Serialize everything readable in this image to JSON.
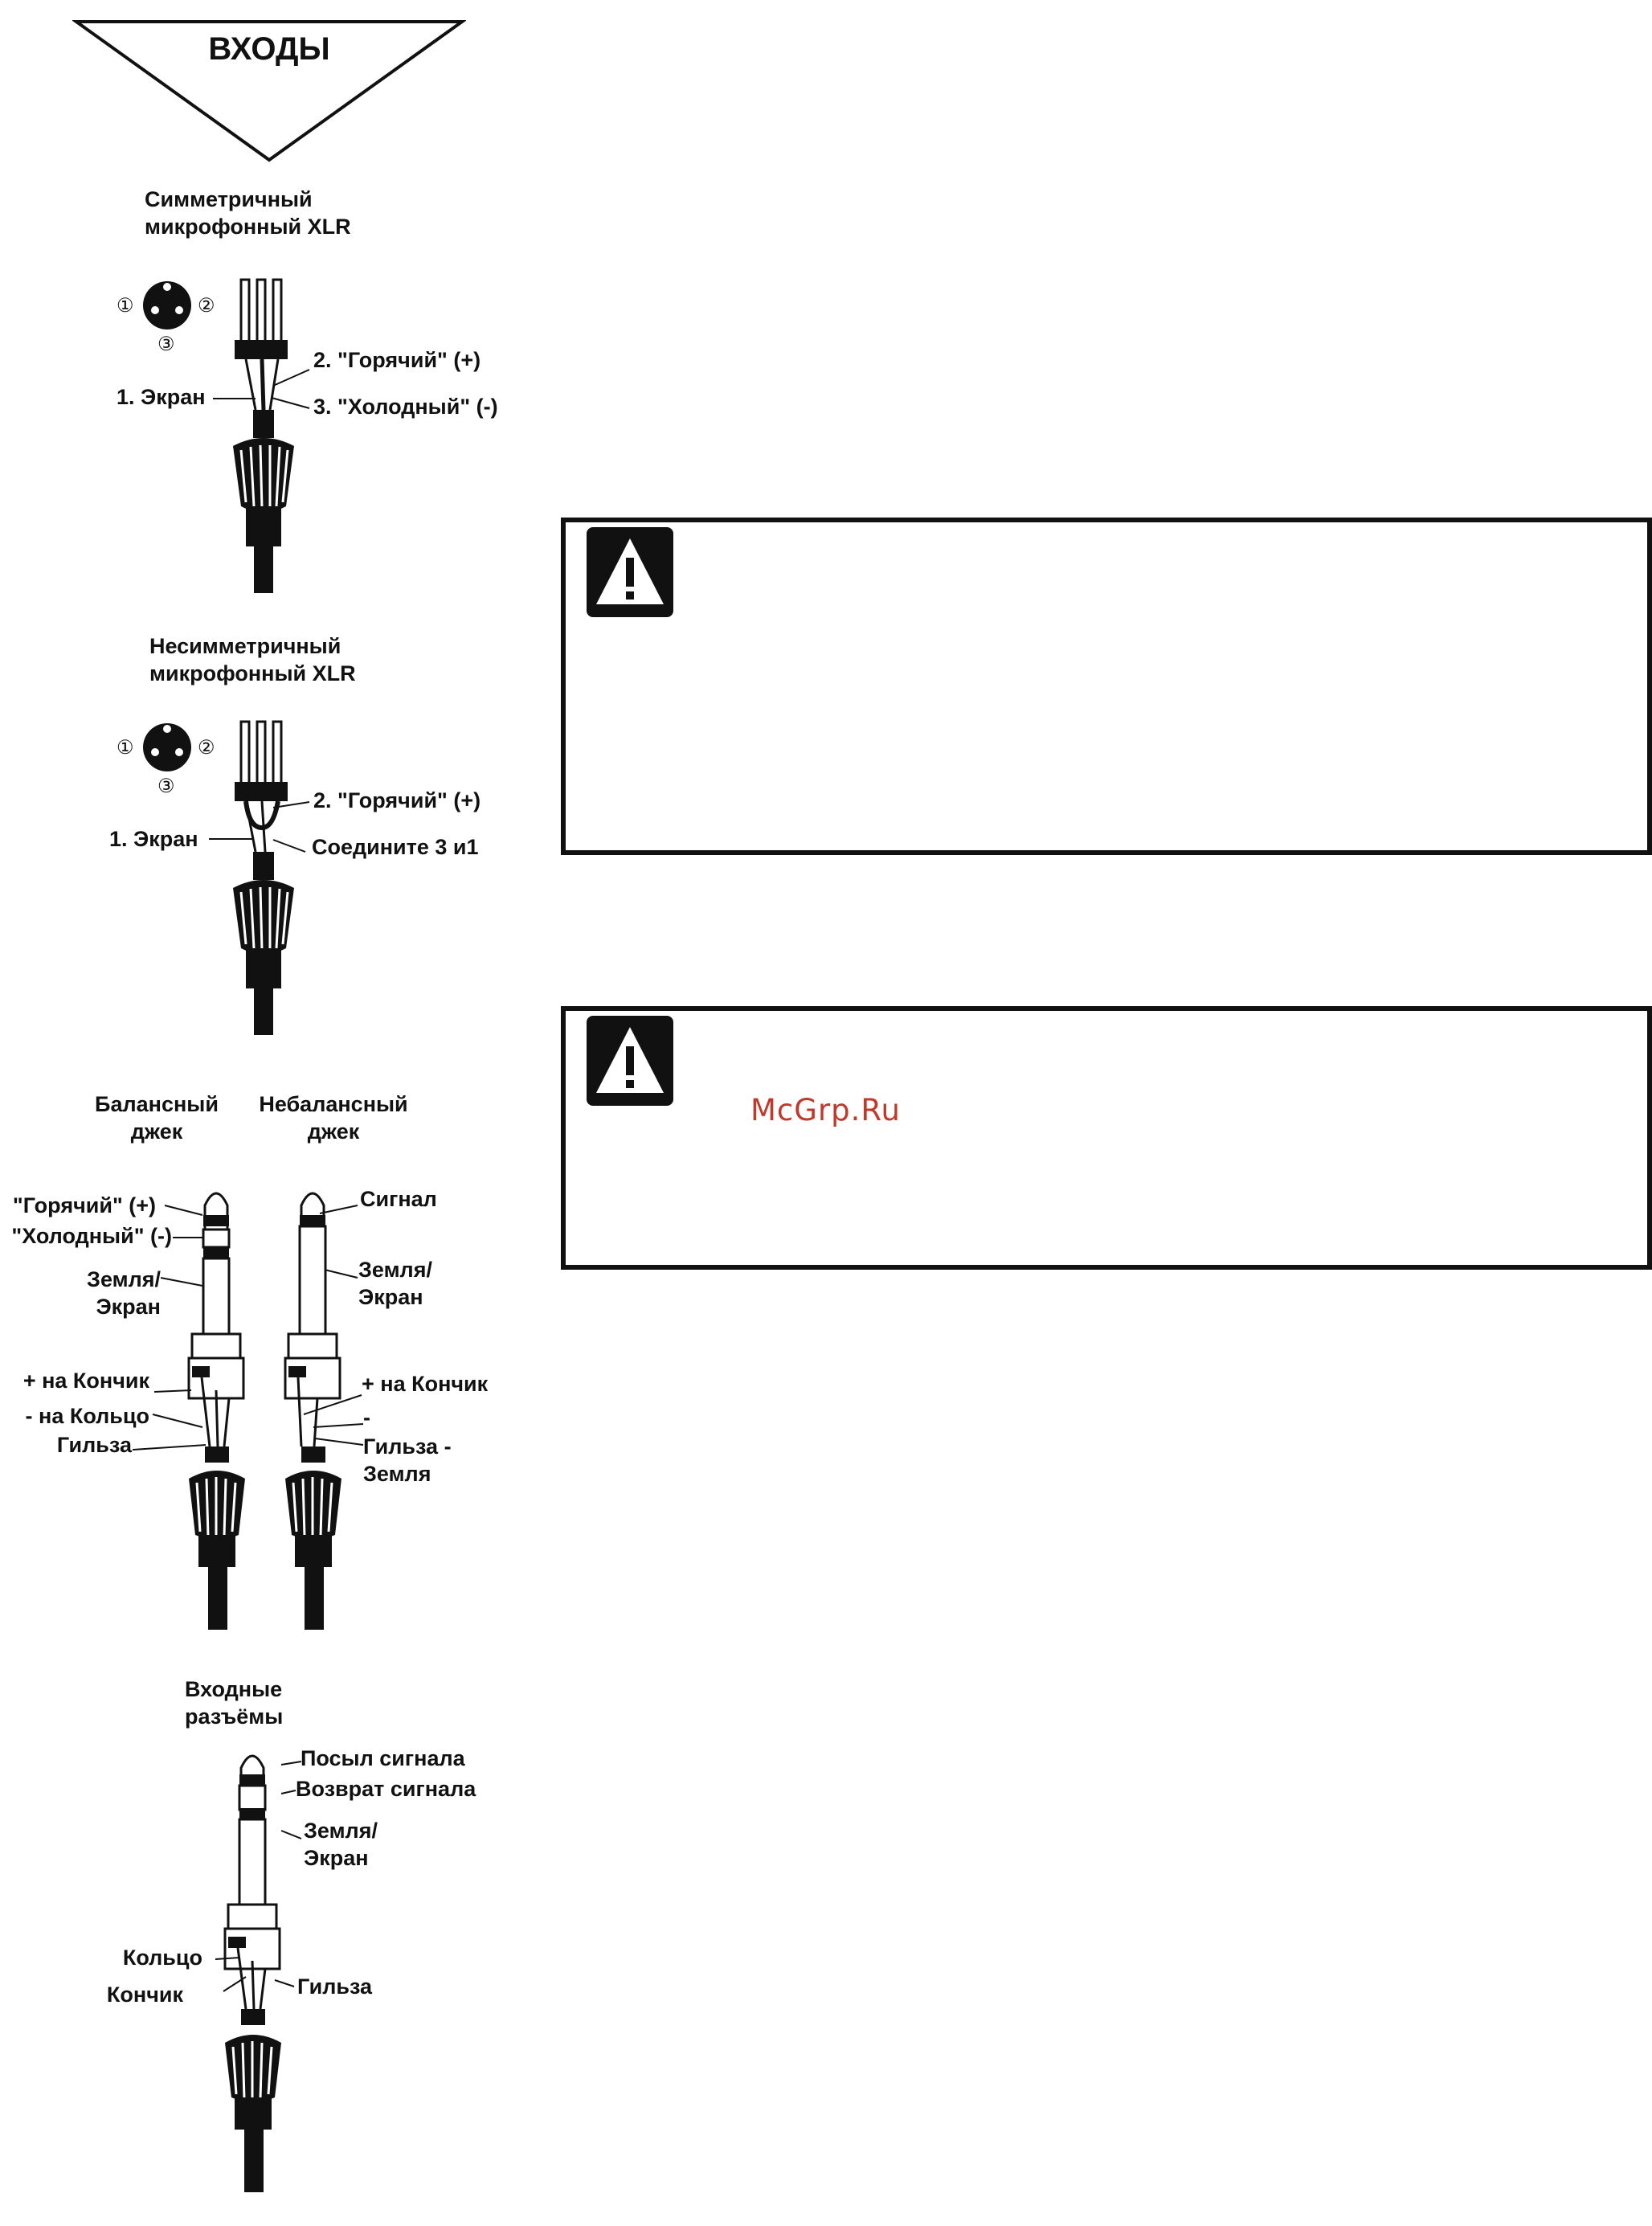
{
  "header": {
    "title": "ВХОДЫ"
  },
  "xlr_balanced": {
    "title": [
      "Симметричный",
      "микрофонный XLR"
    ],
    "pins": [
      "①",
      "②",
      "③"
    ],
    "label_hot": "2. \"Горячий\" (+)",
    "label_cold": "3. \"Холодный\" (-)",
    "label_shield": "1. Экран"
  },
  "xlr_unbalanced": {
    "title": [
      "Несимметричный",
      "микрофонный XLR"
    ],
    "pins": [
      "①",
      "②",
      "③"
    ],
    "label_hot": "2. \"Горячий\" (+)",
    "label_join": "Соедините 3 и1",
    "label_shield": "1. Экран"
  },
  "jack_balanced": {
    "title": [
      "Балансный",
      "джек"
    ],
    "label_hot": "\"Горячий\" (+)",
    "label_cold": "\"Холодный\" (-)",
    "label_ground": [
      "Земля/",
      "Экран"
    ],
    "label_plus_tip": "+ на Кончик",
    "label_minus_ring": "- на Кольцо",
    "label_sleeve": "Гильза"
  },
  "jack_unbalanced": {
    "title": [
      "Небалансный",
      "джек"
    ],
    "label_signal": "Сигнал",
    "label_ground": [
      "Земля/",
      "Экран"
    ],
    "label_plus_tip": "+ на Кончик",
    "label_minus": "-",
    "label_sleeve": [
      "Гильза -",
      "Земля"
    ]
  },
  "insert_jack": {
    "title": [
      "Входные",
      "разъёмы"
    ],
    "label_send": "Посыл сигнала",
    "label_return": "Возврат сигнала",
    "label_ground": [
      "Земля/",
      "Экран"
    ],
    "label_ring": "Кольцо",
    "label_tip": "Кончик",
    "label_sleeve": "Гильза"
  },
  "warnings": [
    {
      "icon": "warning-triangle-icon"
    },
    {
      "icon": "warning-triangle-icon"
    }
  ],
  "watermark": "McGrp.Ru"
}
